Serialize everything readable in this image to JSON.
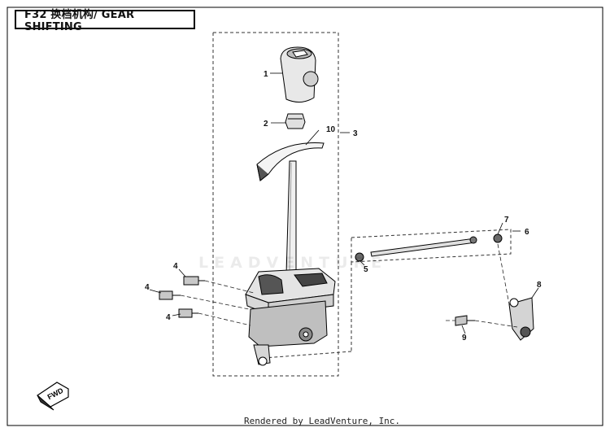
{
  "header": {
    "title": "F32 换档机构/ GEAR SHIFTING"
  },
  "watermark": {
    "text": "LEADVENTURE"
  },
  "footer": {
    "credit": "Rendered by LeadVenture, Inc."
  },
  "direction_arrow": {
    "label": "FWD"
  },
  "callouts": {
    "c1": "1",
    "c2": "2",
    "c3": "3",
    "c4a": "4",
    "c4b": "4",
    "c4c": "4",
    "c5": "5",
    "c6": "6",
    "c7": "7",
    "c8": "8",
    "c9": "9",
    "c10": "10"
  },
  "colors": {
    "outline": "#000000",
    "background": "#ffffff",
    "part_fill": "#e6e6e6",
    "part_dark": "#4a4a4a"
  }
}
